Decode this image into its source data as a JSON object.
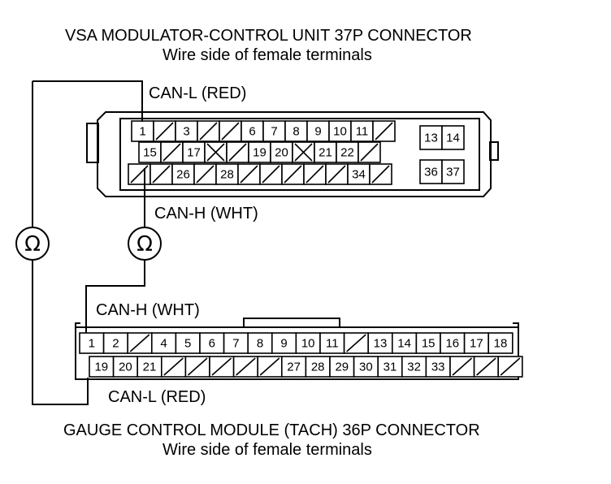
{
  "top_title": "VSA MODULATOR-CONTROL UNIT 37P CONNECTOR",
  "top_subtitle": "Wire side of female terminals",
  "bottom_title": "GAUGE CONTROL MODULE (TACH) 36P CONNECTOR",
  "bottom_subtitle": "Wire side of female terminals",
  "wire_labels": {
    "vsa_can_l": "CAN-L (RED)",
    "vsa_can_h": "CAN-H (WHT)",
    "gauge_can_h": "CAN-H (WHT)",
    "gauge_can_l": "CAN-L (RED)"
  },
  "meter_symbol": "Ω",
  "vsa_connector": {
    "row1": [
      "1",
      "",
      "3",
      "",
      "",
      "6",
      "7",
      "8",
      "9",
      "10",
      "11",
      ""
    ],
    "row2": [
      "15",
      "",
      "17",
      "",
      "",
      "19",
      "20",
      "",
      "21",
      "22",
      ""
    ],
    "row3": [
      "",
      "",
      "26",
      "",
      "28",
      "",
      "",
      "",
      "",
      "",
      "34",
      ""
    ],
    "right_block": [
      "13",
      "14",
      "36",
      "37"
    ]
  },
  "gauge_connector": {
    "row1": [
      "1",
      "2",
      "",
      "4",
      "5",
      "6",
      "7",
      "8",
      "9",
      "10",
      "11",
      "",
      "13",
      "14",
      "15",
      "16",
      "17",
      "18"
    ],
    "row2": [
      "19",
      "20",
      "21",
      "",
      "",
      "",
      "",
      "",
      "27",
      "28",
      "29",
      "30",
      "31",
      "32",
      "33",
      "",
      "",
      ""
    ]
  }
}
